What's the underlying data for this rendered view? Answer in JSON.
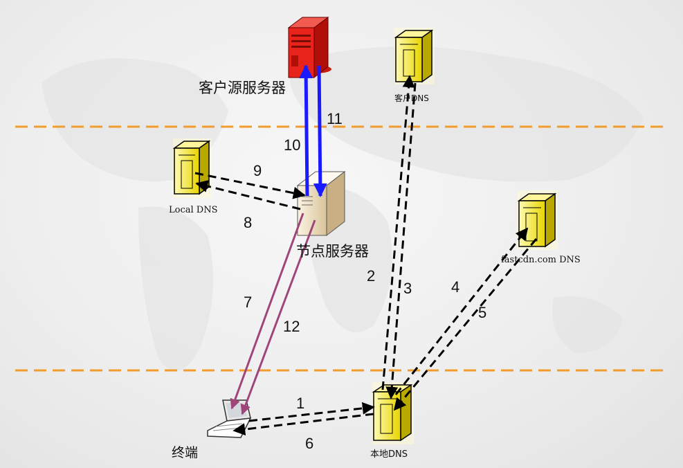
{
  "nodes": {
    "origin_server": "客户源服务器",
    "customer_dns": "客户DNS",
    "local_dns_left": "Local DNS",
    "edge_node": "节点服务器",
    "fastcdn_dns": "fastcdn.com DNS",
    "terminal": "终端",
    "local_dns_bottom": "本地DNS"
  },
  "steps": [
    "1",
    "2",
    "3",
    "4",
    "5",
    "6",
    "7",
    "8",
    "9",
    "10",
    "11",
    "12"
  ],
  "colors": {
    "divider": "#f39c2e",
    "dns_request": "#000000",
    "origin_fetch": "#1a1aff",
    "content_delivery": "#a0457a",
    "origin_server": "#e8231b",
    "dns_server": "#f2e200"
  }
}
